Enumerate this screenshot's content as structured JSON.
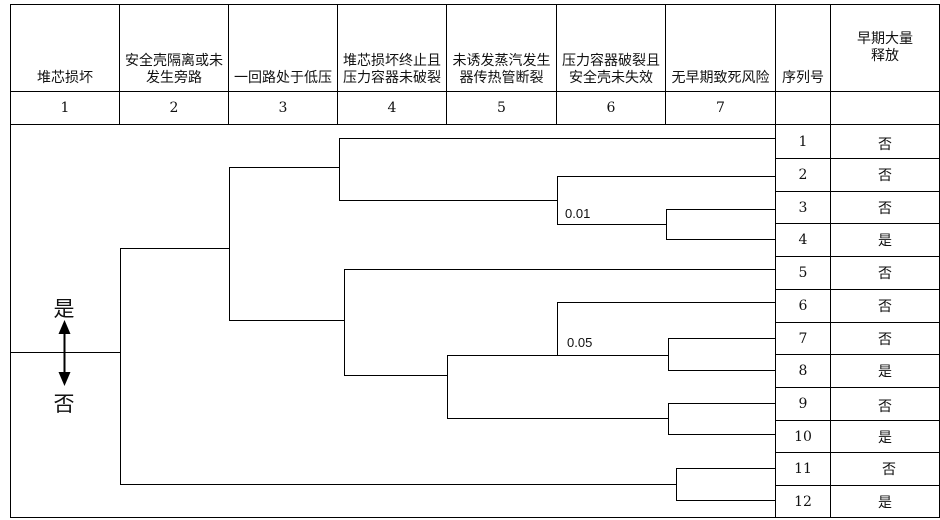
{
  "headers": [
    "堆芯损坏",
    "安全壳隔离或未发生旁路",
    "一回路处于低压",
    "堆芯损坏终止且压力容器未破裂",
    "未诱发蒸汽发生器传热管断裂",
    "压力容器破裂且安全壳未失效",
    "无早期致死风险",
    "序列号",
    "早期大量释放"
  ],
  "column_numbers": [
    "1",
    "2",
    "3",
    "4",
    "5",
    "6",
    "7"
  ],
  "sequences": [
    {
      "id": "1",
      "release": "否"
    },
    {
      "id": "2",
      "release": "否"
    },
    {
      "id": "3",
      "release": "否"
    },
    {
      "id": "4",
      "release": "是"
    },
    {
      "id": "5",
      "release": "否"
    },
    {
      "id": "6",
      "release": "否"
    },
    {
      "id": "7",
      "release": "否"
    },
    {
      "id": "8",
      "release": "是"
    },
    {
      "id": "9",
      "release": "否"
    },
    {
      "id": "10",
      "release": "是"
    },
    {
      "id": "11",
      "release": "否"
    },
    {
      "id": "12",
      "release": "是"
    }
  ],
  "branch_labels": {
    "b1": "0.01",
    "b2": "0.05"
  },
  "legend": {
    "yes": "是",
    "no": "否"
  }
}
